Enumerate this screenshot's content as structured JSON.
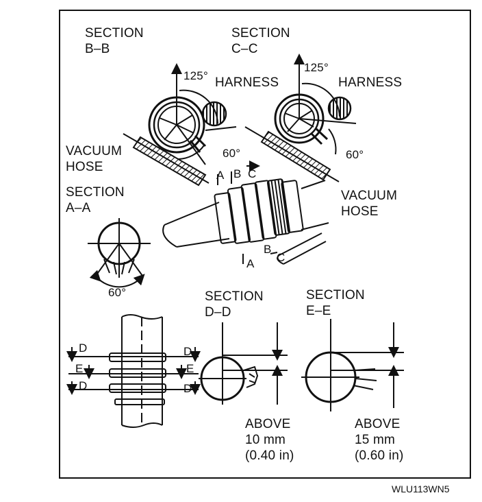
{
  "figure_code": "WLU113WN5",
  "section_bb": {
    "line1": "SECTION",
    "line2": "B–B",
    "angle_top": "125°",
    "angle_side": "60°",
    "harness": "HARNESS",
    "hose_line1": "VACUUM",
    "hose_line2": "HOSE"
  },
  "section_cc": {
    "line1": "SECTION",
    "line2": "C–C",
    "angle_top": "125°",
    "angle_side": "60°",
    "harness": "HARNESS",
    "hose_line1": "VACUUM",
    "hose_line2": "HOSE"
  },
  "section_aa": {
    "line1": "SECTION",
    "line2": "A–A",
    "angle": "60°"
  },
  "section_dd": {
    "line1": "SECTION",
    "line2": "D–D",
    "note_line1": "ABOVE",
    "note_line2": "10 mm",
    "note_line3": "(0.40 in)"
  },
  "section_ee": {
    "line1": "SECTION",
    "line2": "E–E",
    "note_line1": "ABOVE",
    "note_line2": "15 mm",
    "note_line3": "(0.60 in)"
  },
  "cut_markers": {
    "a": "A",
    "b": "B",
    "c": "C",
    "d": "D",
    "e": "E"
  }
}
